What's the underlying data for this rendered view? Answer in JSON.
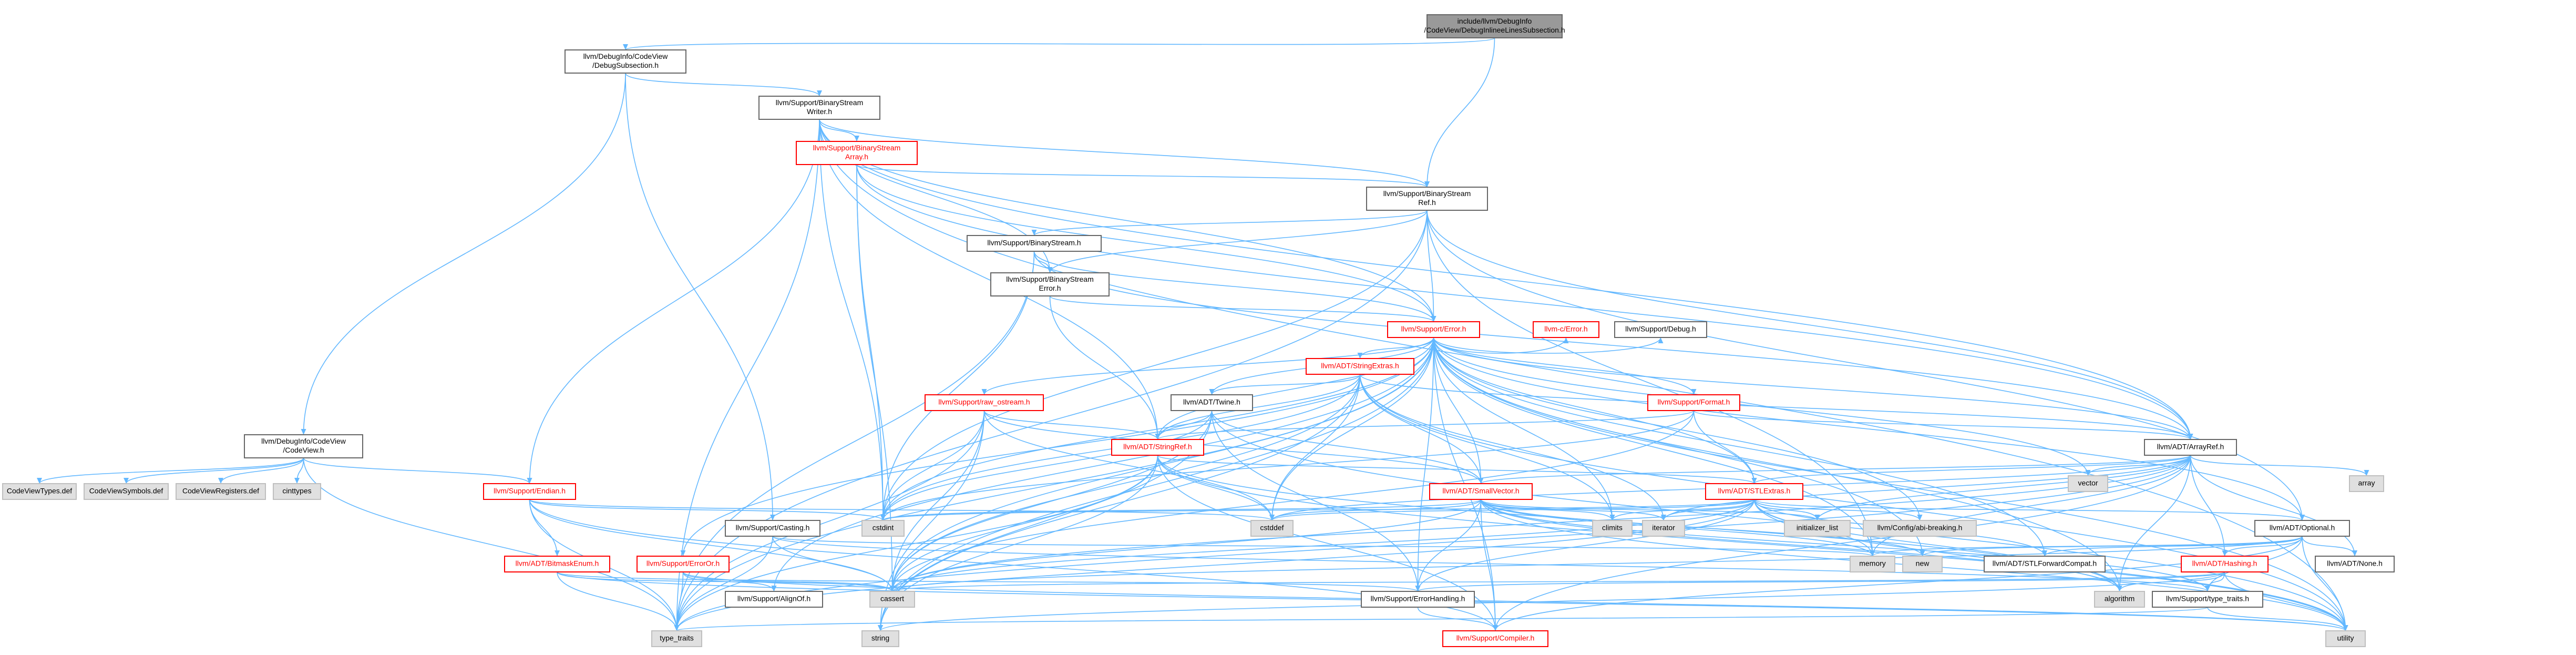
{
  "colors": {
    "edge": "#63b8ff",
    "node_border_black": "#666666",
    "node_border_red": "#ff0000",
    "node_border_gray": "#bfbfbf",
    "node_fill_white": "#ffffff",
    "node_fill_gray": "#e0e0e0",
    "root_fill": "#999999",
    "text_black": "#000000",
    "text_red": "#ff0000"
  },
  "nodes": [
    {
      "id": "root",
      "lines": [
        "include/llvm/DebugInfo",
        "/CodeView/DebugInlineeLinesSubsection.h"
      ],
      "style": "root"
    },
    {
      "id": "dbgsub",
      "lines": [
        "llvm/DebugInfo/CodeView",
        "/DebugSubsection.h"
      ],
      "style": "normal"
    },
    {
      "id": "bswriter",
      "lines": [
        "llvm/Support/BinaryStream",
        "Writer.h"
      ],
      "style": "normal"
    },
    {
      "id": "bsarray",
      "lines": [
        "llvm/Support/BinaryStream",
        "Array.h"
      ],
      "style": "red"
    },
    {
      "id": "bsref",
      "lines": [
        "llvm/Support/BinaryStream",
        "Ref.h"
      ],
      "style": "normal"
    },
    {
      "id": "bstream",
      "lines": [
        "llvm/Support/BinaryStream.h"
      ],
      "style": "normal"
    },
    {
      "id": "bserror",
      "lines": [
        "llvm/Support/BinaryStream",
        "Error.h"
      ],
      "style": "normal"
    },
    {
      "id": "error",
      "lines": [
        "llvm/Support/Error.h"
      ],
      "style": "red"
    },
    {
      "id": "cerror",
      "lines": [
        "llvm-c/Error.h"
      ],
      "style": "red"
    },
    {
      "id": "debug",
      "lines": [
        "llvm/Support/Debug.h"
      ],
      "style": "normal"
    },
    {
      "id": "strextras",
      "lines": [
        "llvm/ADT/StringExtras.h"
      ],
      "style": "red"
    },
    {
      "id": "rawostream",
      "lines": [
        "llvm/Support/raw_ostream.h"
      ],
      "style": "red"
    },
    {
      "id": "twine",
      "lines": [
        "llvm/ADT/Twine.h"
      ],
      "style": "normal"
    },
    {
      "id": "format",
      "lines": [
        "llvm/Support/Format.h"
      ],
      "style": "red"
    },
    {
      "id": "codeview",
      "lines": [
        "llvm/DebugInfo/CodeView",
        "/CodeView.h"
      ],
      "style": "normal"
    },
    {
      "id": "stringref",
      "lines": [
        "llvm/ADT/StringRef.h"
      ],
      "style": "red"
    },
    {
      "id": "arrayref",
      "lines": [
        "llvm/ADT/ArrayRef.h"
      ],
      "style": "normal"
    },
    {
      "id": "endian",
      "lines": [
        "llvm/Support/Endian.h"
      ],
      "style": "red"
    },
    {
      "id": "smallvector",
      "lines": [
        "llvm/ADT/SmallVector.h"
      ],
      "style": "red"
    },
    {
      "id": "stlextras",
      "lines": [
        "llvm/ADT/STLExtras.h"
      ],
      "style": "red"
    },
    {
      "id": "cvtypes",
      "lines": [
        "CodeViewTypes.def"
      ],
      "style": "gray"
    },
    {
      "id": "cvsymbols",
      "lines": [
        "CodeViewSymbols.def"
      ],
      "style": "gray"
    },
    {
      "id": "cvregisters",
      "lines": [
        "CodeViewRegisters.def"
      ],
      "style": "gray"
    },
    {
      "id": "cinttypes",
      "lines": [
        "cinttypes"
      ],
      "style": "gray"
    },
    {
      "id": "casting",
      "lines": [
        "llvm/Support/Casting.h"
      ],
      "style": "normal"
    },
    {
      "id": "cstdint",
      "lines": [
        "cstdint"
      ],
      "style": "gray"
    },
    {
      "id": "cstddef",
      "lines": [
        "cstddef"
      ],
      "style": "gray"
    },
    {
      "id": "climits",
      "lines": [
        "climits"
      ],
      "style": "gray"
    },
    {
      "id": "iterator",
      "lines": [
        "iterator"
      ],
      "style": "gray"
    },
    {
      "id": "initlist",
      "lines": [
        "initializer_list"
      ],
      "style": "gray"
    },
    {
      "id": "configbreak",
      "lines": [
        "llvm/Config/abi-breaking.h"
      ],
      "style": "gray"
    },
    {
      "id": "vector",
      "lines": [
        "vector"
      ],
      "style": "gray"
    },
    {
      "id": "array",
      "lines": [
        "array"
      ],
      "style": "gray"
    },
    {
      "id": "optional",
      "lines": [
        "llvm/ADT/Optional.h"
      ],
      "style": "normal"
    },
    {
      "id": "bitmaskenum",
      "lines": [
        "llvm/ADT/BitmaskEnum.h"
      ],
      "style": "red"
    },
    {
      "id": "erroror",
      "lines": [
        "llvm/Support/ErrorOr.h"
      ],
      "style": "red"
    },
    {
      "id": "alignof",
      "lines": [
        "llvm/Support/AlignOf.h"
      ],
      "style": "normal"
    },
    {
      "id": "memory",
      "lines": [
        "memory"
      ],
      "style": "gray"
    },
    {
      "id": "new",
      "lines": [
        "new"
      ],
      "style": "gray"
    },
    {
      "id": "stlfwd",
      "lines": [
        "llvm/ADT/STLForwardCompat.h"
      ],
      "style": "normal"
    },
    {
      "id": "hashing",
      "lines": [
        "llvm/ADT/Hashing.h"
      ],
      "style": "red"
    },
    {
      "id": "none",
      "lines": [
        "llvm/ADT/None.h"
      ],
      "style": "normal"
    },
    {
      "id": "cassert",
      "lines": [
        "cassert"
      ],
      "style": "gray"
    },
    {
      "id": "errhandling",
      "lines": [
        "llvm/Support/ErrorHandling.h"
      ],
      "style": "normal"
    },
    {
      "id": "algorithm",
      "lines": [
        "algorithm"
      ],
      "style": "gray"
    },
    {
      "id": "typetraitsllvm",
      "lines": [
        "llvm/Support/type_traits.h"
      ],
      "style": "normal"
    },
    {
      "id": "typetraits",
      "lines": [
        "type_traits"
      ],
      "style": "gray"
    },
    {
      "id": "string",
      "lines": [
        "string"
      ],
      "style": "gray"
    },
    {
      "id": "compiler",
      "lines": [
        "llvm/Support/Compiler.h"
      ],
      "style": "red"
    },
    {
      "id": "utility",
      "lines": [
        "utility"
      ],
      "style": "gray"
    }
  ],
  "edges": [
    [
      "root",
      "dbgsub"
    ],
    [
      "root",
      "bsref"
    ],
    [
      "dbgsub",
      "bswriter"
    ],
    [
      "dbgsub",
      "codeview"
    ],
    [
      "dbgsub",
      "casting"
    ],
    [
      "bswriter",
      "bsarray"
    ],
    [
      "bswriter",
      "bsref"
    ],
    [
      "bswriter",
      "bserror"
    ],
    [
      "bswriter",
      "error"
    ],
    [
      "bswriter",
      "endian"
    ],
    [
      "bswriter",
      "arrayref"
    ],
    [
      "bswriter",
      "stringref"
    ],
    [
      "bswriter",
      "cstdint"
    ],
    [
      "bswriter",
      "type_traits_dummy"
    ],
    [
      "bswriter",
      "typetraits"
    ],
    [
      "bswriter",
      "utility"
    ],
    [
      "bsarray",
      "bsref"
    ],
    [
      "bsarray",
      "error"
    ],
    [
      "bsarray",
      "cassert"
    ],
    [
      "bsarray",
      "cstdint"
    ],
    [
      "bsarray",
      "arrayref"
    ],
    [
      "bsref",
      "bstream"
    ],
    [
      "bsref",
      "bserror"
    ],
    [
      "bsref",
      "error"
    ],
    [
      "bsref",
      "arrayref"
    ],
    [
      "bsref",
      "optional"
    ],
    [
      "bsref",
      "cstdint"
    ],
    [
      "bsref",
      "memory"
    ],
    [
      "bsref",
      "typetraits"
    ],
    [
      "bstream",
      "bserror"
    ],
    [
      "bstream",
      "error"
    ],
    [
      "bstream",
      "arrayref"
    ],
    [
      "bstream",
      "cstdint"
    ],
    [
      "bstream",
      "typetraits"
    ],
    [
      "bserror",
      "error"
    ],
    [
      "bserror",
      "stringref"
    ],
    [
      "error",
      "cerror"
    ],
    [
      "error",
      "debug"
    ],
    [
      "error",
      "strextras"
    ],
    [
      "error",
      "twine"
    ],
    [
      "error",
      "format"
    ],
    [
      "error",
      "rawostream"
    ],
    [
      "error",
      "smallvector"
    ],
    [
      "error",
      "stlextras"
    ],
    [
      "error",
      "stringref"
    ],
    [
      "error",
      "arrayref"
    ],
    [
      "error",
      "configbreak"
    ],
    [
      "error",
      "alignof"
    ],
    [
      "error",
      "erroror"
    ],
    [
      "error",
      "compiler"
    ],
    [
      "error",
      "errhandling"
    ],
    [
      "error",
      "cassert"
    ],
    [
      "error",
      "cstdint"
    ],
    [
      "error",
      "memory"
    ],
    [
      "error",
      "new"
    ],
    [
      "error",
      "string"
    ],
    [
      "error",
      "utility"
    ],
    [
      "error",
      "vector"
    ],
    [
      "error",
      "typetraits"
    ],
    [
      "error",
      "algorithm"
    ],
    [
      "error",
      "climits"
    ],
    [
      "error",
      "cstddef"
    ],
    [
      "error",
      "stlfwd"
    ],
    [
      "error",
      "optional"
    ],
    [
      "strextras",
      "arrayref"
    ],
    [
      "strextras",
      "smallvector"
    ],
    [
      "strextras",
      "stringref"
    ],
    [
      "strextras",
      "twine"
    ],
    [
      "strextras",
      "cassert"
    ],
    [
      "strextras",
      "cstddef"
    ],
    [
      "strextras",
      "cstdint"
    ],
    [
      "strextras",
      "iterator"
    ],
    [
      "strextras",
      "string"
    ],
    [
      "strextras",
      "utility"
    ],
    [
      "strextras",
      "climits"
    ],
    [
      "rawostream",
      "stringref"
    ],
    [
      "rawostream",
      "cassert"
    ],
    [
      "rawostream",
      "cstddef"
    ],
    [
      "rawostream",
      "cstdint"
    ],
    [
      "rawostream",
      "string"
    ],
    [
      "rawostream",
      "typetraits"
    ],
    [
      "rawostream",
      "smallvector"
    ],
    [
      "twine",
      "smallvector"
    ],
    [
      "twine",
      "stringref"
    ],
    [
      "twine",
      "errhandling"
    ],
    [
      "twine",
      "cassert"
    ],
    [
      "twine",
      "cstdint"
    ],
    [
      "twine",
      "string"
    ],
    [
      "twine",
      "utility"
    ],
    [
      "format",
      "arrayref"
    ],
    [
      "format",
      "stringref"
    ],
    [
      "format",
      "stlextras"
    ],
    [
      "format",
      "cassert"
    ],
    [
      "format",
      "cstdint"
    ],
    [
      "codeview",
      "cvtypes"
    ],
    [
      "codeview",
      "cvsymbols"
    ],
    [
      "codeview",
      "cvregisters"
    ],
    [
      "codeview",
      "cinttypes"
    ],
    [
      "codeview",
      "endian"
    ],
    [
      "codeview",
      "typetraits"
    ],
    [
      "stringref",
      "stlextras"
    ],
    [
      "stringref",
      "compiler"
    ],
    [
      "stringref",
      "algorithm"
    ],
    [
      "stringref",
      "cassert"
    ],
    [
      "stringref",
      "cstddef"
    ],
    [
      "stringref",
      "string"
    ],
    [
      "stringref",
      "typetraits"
    ],
    [
      "stringref",
      "utility"
    ],
    [
      "arrayref",
      "hashing"
    ],
    [
      "arrayref",
      "none"
    ],
    [
      "arrayref",
      "smallvector"
    ],
    [
      "arrayref",
      "stlextras"
    ],
    [
      "arrayref",
      "compiler"
    ],
    [
      "arrayref",
      "algorithm"
    ],
    [
      "arrayref",
      "array"
    ],
    [
      "arrayref",
      "cassert"
    ],
    [
      "arrayref",
      "cstddef"
    ],
    [
      "arrayref",
      "initlist"
    ],
    [
      "arrayref",
      "iterator"
    ],
    [
      "arrayref",
      "memory"
    ],
    [
      "arrayref",
      "typetraits"
    ],
    [
      "arrayref",
      "vector"
    ],
    [
      "endian",
      "bitmaskenum"
    ],
    [
      "endian",
      "compiler"
    ],
    [
      "endian",
      "cassert"
    ],
    [
      "endian",
      "cstddef"
    ],
    [
      "endian",
      "cstdint"
    ],
    [
      "endian",
      "typetraits"
    ],
    [
      "smallvector",
      "compiler"
    ],
    [
      "smallvector",
      "typetraitsllvm"
    ],
    [
      "smallvector",
      "algorithm"
    ],
    [
      "smallvector",
      "cassert"
    ],
    [
      "smallvector",
      "cstddef"
    ],
    [
      "smallvector",
      "cstdint"
    ],
    [
      "smallvector",
      "climits"
    ],
    [
      "smallvector",
      "initlist"
    ],
    [
      "smallvector",
      "iterator"
    ],
    [
      "smallvector",
      "memory"
    ],
    [
      "smallvector",
      "new"
    ],
    [
      "smallvector",
      "utility"
    ],
    [
      "smallvector",
      "errhandling"
    ],
    [
      "stlextras",
      "optional"
    ],
    [
      "stlextras",
      "stlfwd"
    ],
    [
      "stlextras",
      "configbreak"
    ],
    [
      "stlextras",
      "errhandling"
    ],
    [
      "stlextras",
      "algorithm"
    ],
    [
      "stlextras",
      "cassert"
    ],
    [
      "stlextras",
      "cstddef"
    ],
    [
      "stlextras",
      "cstdint"
    ],
    [
      "stlextras",
      "iterator"
    ],
    [
      "stlextras",
      "memory"
    ],
    [
      "stlextras",
      "initlist"
    ],
    [
      "stlextras",
      "utility"
    ],
    [
      "stlextras",
      "typetraits"
    ],
    [
      "stlextras",
      "climits"
    ],
    [
      "casting",
      "typetraitsllvm"
    ],
    [
      "casting",
      "cassert"
    ],
    [
      "casting",
      "memory"
    ],
    [
      "casting",
      "typetraits"
    ],
    [
      "optional",
      "hashing"
    ],
    [
      "optional",
      "none"
    ],
    [
      "optional",
      "stlfwd"
    ],
    [
      "optional",
      "compiler"
    ],
    [
      "optional",
      "typetraitsllvm"
    ],
    [
      "optional",
      "cassert"
    ],
    [
      "optional",
      "memory"
    ],
    [
      "optional",
      "new"
    ],
    [
      "optional",
      "utility"
    ],
    [
      "bitmaskenum",
      "errhandling"
    ],
    [
      "bitmaskenum",
      "cassert"
    ],
    [
      "bitmaskenum",
      "typetraits"
    ],
    [
      "bitmaskenum",
      "utility"
    ],
    [
      "erroror",
      "alignof"
    ],
    [
      "erroror",
      "cassert"
    ],
    [
      "erroror",
      "typetraits"
    ],
    [
      "erroror",
      "utility"
    ],
    [
      "hashing",
      "typetraitsllvm"
    ],
    [
      "hashing",
      "errhandling"
    ],
    [
      "hashing",
      "algorithm"
    ],
    [
      "hashing",
      "cassert"
    ],
    [
      "hashing",
      "string"
    ],
    [
      "hashing",
      "utility"
    ],
    [
      "errhandling",
      "compiler"
    ],
    [
      "typetraitsllvm",
      "typetraits"
    ],
    [
      "typetraitsllvm",
      "utility"
    ]
  ]
}
